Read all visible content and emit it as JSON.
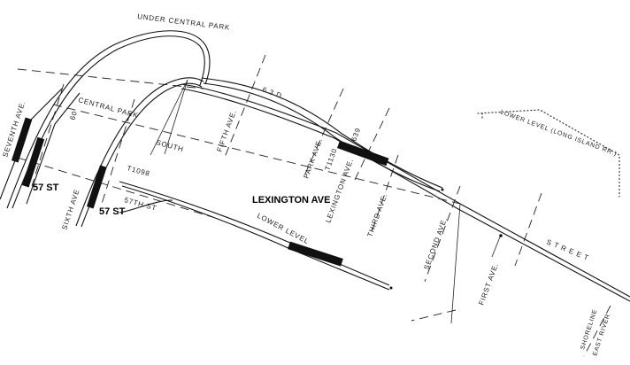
{
  "map": {
    "labels": {
      "under_central_park": "UNDER CENTRAL PARK",
      "seventh_ave": "SEVENTH AVE.",
      "sixth_ave": "SIXTH AVE",
      "central_park": "CENTRAL PARK",
      "south": "SOUTH",
      "fifth_ave": "FIFTH AVE.",
      "park_ave": "PARK AVE.",
      "lexington_ave": "LEXINGTON AVE.",
      "third_ave": "THIRD AVE.",
      "second_ave": "SECOND AVE.",
      "first_ave": "FIRST AVE.",
      "sixty_third_st": "6 3 D",
      "sixty_third_street": "S T R E E T",
      "fifty_seventh_st": "57TH ST",
      "lower_level_lirr": "LOWER LEVEL (LONG ISLAND RR.)",
      "lower_level": "LOWER LEVEL",
      "shoreline": "SHORELINE",
      "east_river": "EAST RIVER",
      "code_t1130": "T1130",
      "code_639": "639",
      "code_t1098": "T1098",
      "code_60": "60"
    },
    "stations": {
      "st57_seventh": "57 ST",
      "st57_sixth": "57 ST",
      "lexington": "LEXINGTON AVE"
    }
  }
}
